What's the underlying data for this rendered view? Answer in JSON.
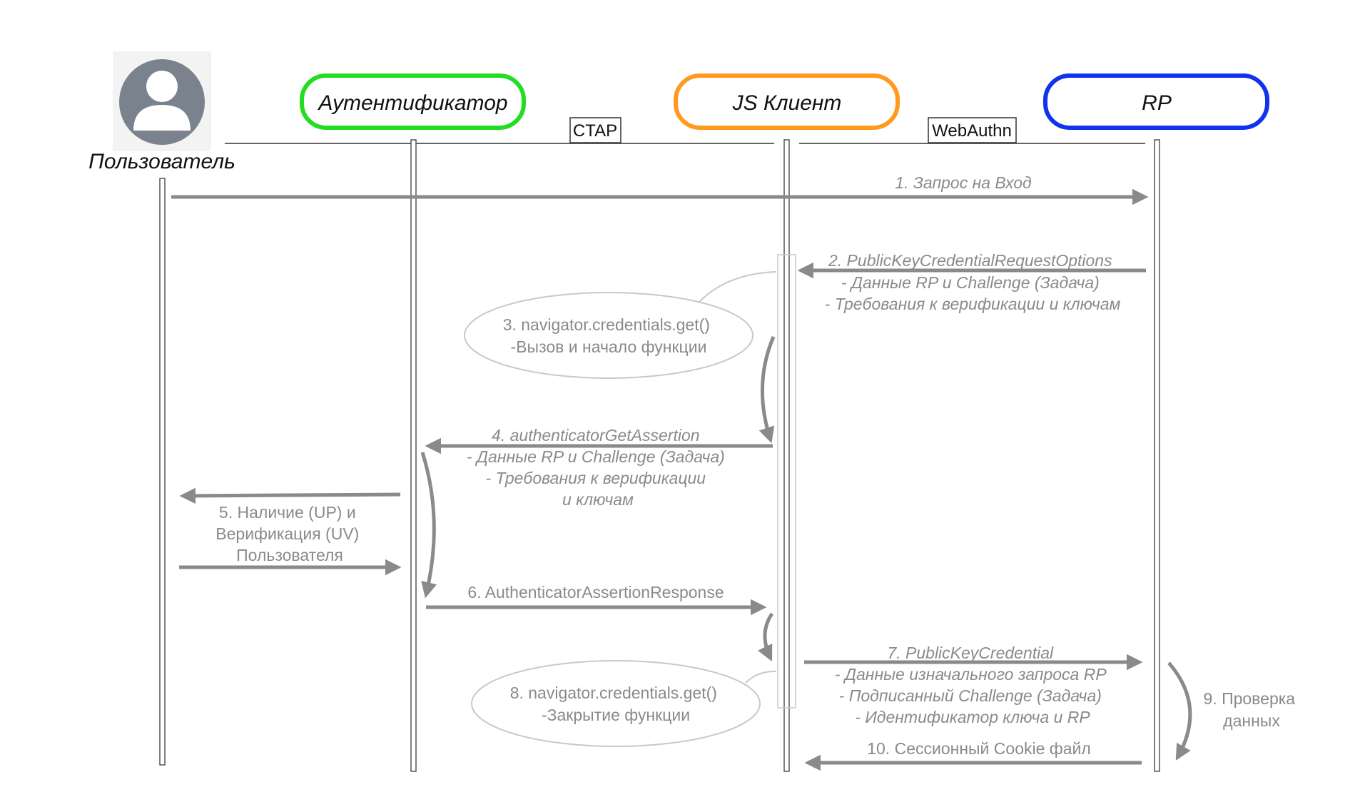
{
  "colors": {
    "authenticator": "#22dd22",
    "client": "#ff9a1f",
    "rp": "#1133ee",
    "arrow": "#8a8a8a",
    "user_icon": "#7a828e"
  },
  "actors": {
    "user": "Пользователь",
    "authenticator": "Аутентификатор",
    "client": "JS Клиент",
    "rp": "RP"
  },
  "protocols": {
    "ctap": "CTAP",
    "webauthn": "WebAuthn"
  },
  "steps": {
    "s1": "1. Запрос на Вход",
    "s2": [
      "2. PublicKeyCredentialRequestOptions",
      "- Данные RP и Challenge (Задача)",
      "- Требования к верификации и ключам"
    ],
    "s3": [
      "3. navigator.credentials.get()",
      "-Вызов и начало функции"
    ],
    "s4": [
      "4. authenticatorGetAssertion",
      "- Данные RP и Challenge (Задача)",
      "- Требования к верификации",
      "и ключам"
    ],
    "s5": [
      "5. Наличие (UP) и",
      "Верификация (UV)",
      "Пользователя"
    ],
    "s6": "6. AuthenticatorAssertionResponse",
    "s7": [
      "7. PublicKeyCredential",
      "- Данные изначального запроса RP",
      "- Подписанный Challenge (Задача)",
      "- Идентификатор ключа и RP"
    ],
    "s8": [
      "8. navigator.credentials.get()",
      "-Закрытие функции"
    ],
    "s9": [
      "9. Проверка",
      "данных"
    ],
    "s10": "10. Сессионный Cookie файл"
  }
}
